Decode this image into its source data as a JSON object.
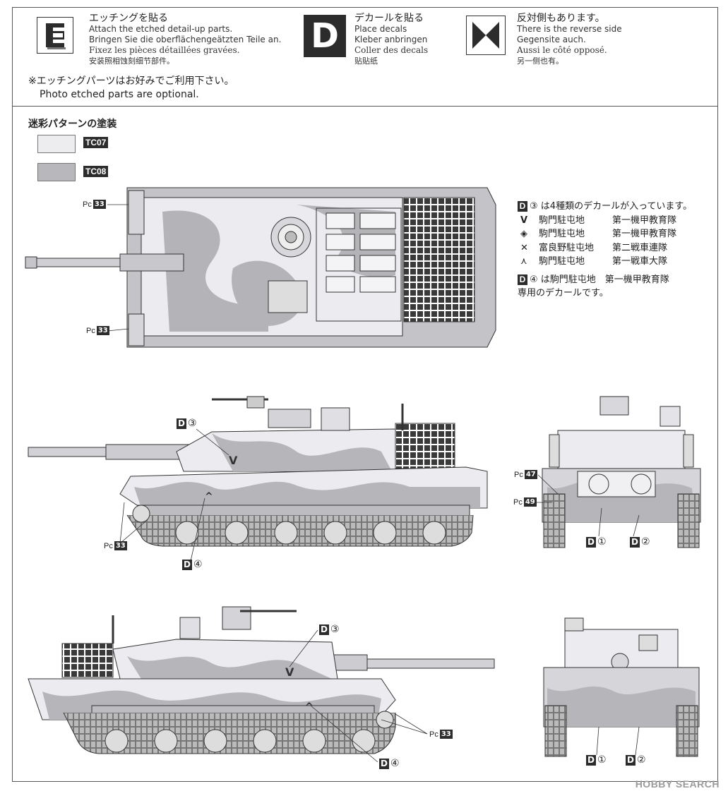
{
  "legend": {
    "etch": {
      "icon_letter": "E",
      "jp": "エッチングを貼る",
      "en": "Attach the etched detail-up parts.",
      "de": "Bringen Sie die oberflächengeätzten Teile an.",
      "fr": "Fixez les pièces détaillées gravées.",
      "cn": "安装照相蚀刻细节部件。"
    },
    "decal": {
      "icon_letter": "D",
      "jp": "デカールを貼る",
      "en": "Place decals",
      "de": "Kleber anbringen",
      "fr": "Coller des decals",
      "cn": "贴贴纸"
    },
    "reverse": {
      "jp": "反対側もあります。",
      "en": "There is the reverse side",
      "de": "Gegensite auch.",
      "fr": "Aussi le côté opposé.",
      "cn": "另一侧也有。"
    }
  },
  "note": {
    "jp": "※エッチングパーツはお好みでご利用下さい。",
    "en": "Photo etched parts are optional."
  },
  "camo": {
    "title": "迷彩パターンの塗装",
    "colors": [
      {
        "code": "TC07",
        "hex": "#ededf0"
      },
      {
        "code": "TC08",
        "hex": "#b8b8bc"
      }
    ]
  },
  "decal_info": {
    "intro_badge": "D",
    "intro_num": "③",
    "intro_text": "は4種類のデカールが入っています。",
    "rows": [
      {
        "mark": "V",
        "location": "駒門駐屯地",
        "unit": "第一機甲教育隊"
      },
      {
        "mark": "◈",
        "location": "駒門駐屯地",
        "unit": "第一機甲教育隊"
      },
      {
        "mark": "✕",
        "location": "富良野駐屯地",
        "unit": "第二戦車連隊"
      },
      {
        "mark": "⋏",
        "location": "駒門駐屯地",
        "unit": "第一戦車大隊"
      }
    ],
    "d4_badge": "D",
    "d4_num": "④",
    "d4_text": "は駒門駐屯地　第一機甲教育隊",
    "d4_text2": "専用のデカールです。"
  },
  "callouts": {
    "pc": "Pc",
    "d": "D",
    "n33": "33",
    "n47": "47",
    "n49": "49",
    "c1": "①",
    "c2": "②",
    "c3": "③",
    "c4": "④"
  },
  "watermark": "HOBBY SEARCH"
}
